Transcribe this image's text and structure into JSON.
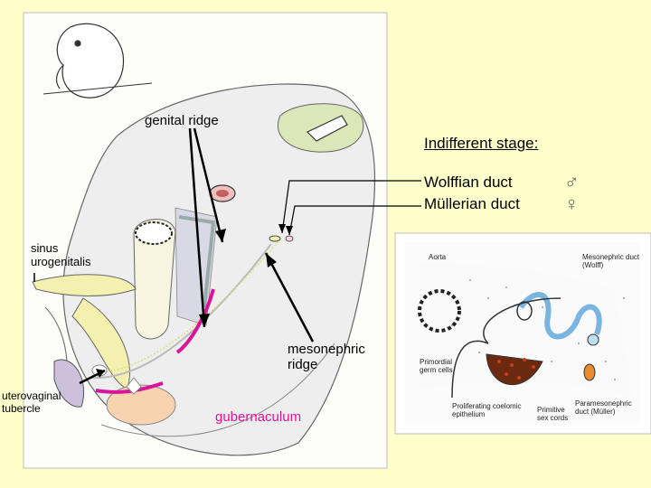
{
  "labels": {
    "genital_ridge": "genital ridge",
    "indifferent_stage": "Indifferent stage:",
    "wolffian_duct": "Wolffian duct",
    "mullerian_duct": "Müllerian duct",
    "male_symbol": "♂",
    "female_symbol": "♀",
    "sinus_urogenitalis": "sinus urogenitalis",
    "mesonephric_ridge": "mesonephric ridge",
    "uterovaginal_tubercle": "uterovaginal tubercle",
    "gubernaculum": "gubernaculum"
  },
  "inset_labels": {
    "aorta": "Aorta",
    "mesonephric_duct": "Mesonephric duct (Wolff)",
    "primordial_germ_cells": "Primordial germ cells",
    "proliferating_epithelium": "Proliferating coelomic epithelium",
    "primitive_sex_cords": "Primitive sex cords",
    "paramesonephric_duct": "Paramesonephric duct (Müller)"
  },
  "colors": {
    "background": "#ffffcc",
    "gubernaculum": "#d9149a",
    "panel": "#ffffff"
  }
}
